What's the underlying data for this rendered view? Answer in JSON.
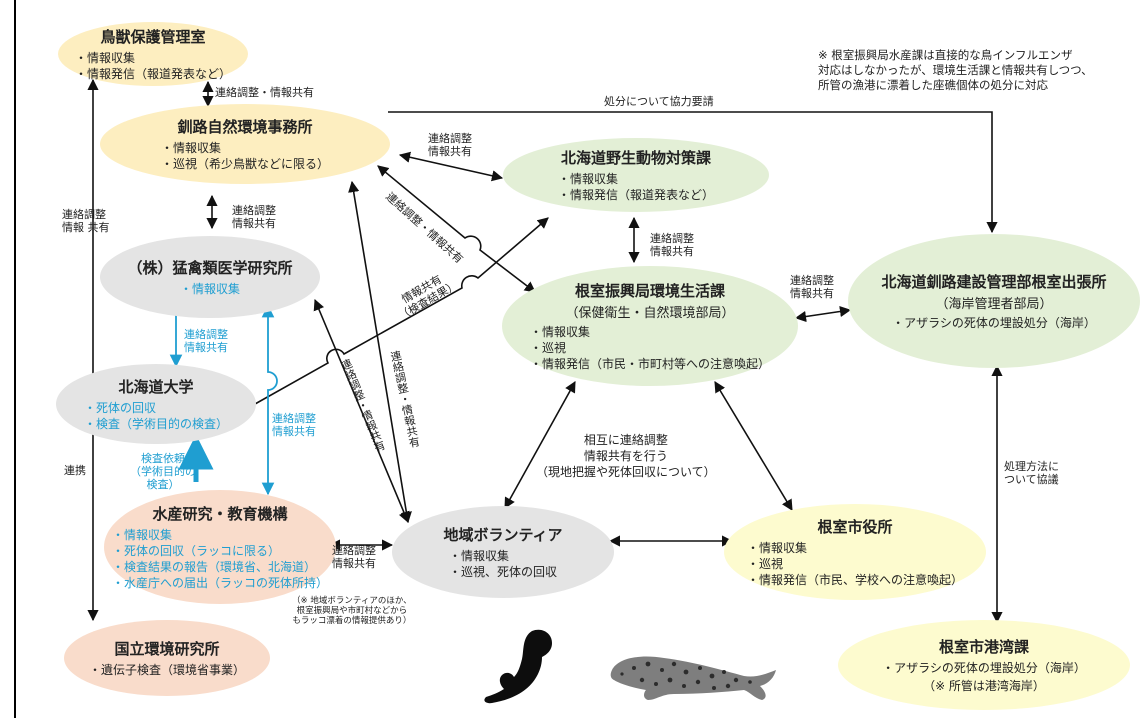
{
  "note": {
    "line1": "※ 根室振興局水産課は直接的な鳥インフルエンザ",
    "line2": "対応はしなかったが、環境生活課と情報共有しつつ、",
    "line3": "所管の漁港に漂着した座礁個体の処分に対応"
  },
  "nodes": {
    "chojuhogo": {
      "title": "鳥獣保護管理室",
      "items": [
        "情報収集",
        "情報発信（報道発表など）"
      ]
    },
    "kushiro": {
      "title": "釧路自然環境事務所",
      "items": [
        "情報収集",
        "巡視（希少鳥獣などに限る）"
      ]
    },
    "yasei": {
      "title": "北海道野生動物対策課",
      "items": [
        "情報収集",
        "情報発信（報道発表など）"
      ]
    },
    "mokin": {
      "title": "（株）猛禽類医学研究所",
      "items": [
        "情報収集"
      ]
    },
    "nemuro_kankyo": {
      "title": "根室振興局環境生活課",
      "subtitle": "（保健衛生・自然環境部局）",
      "items": [
        "情報収集",
        "巡視",
        "情報発信（市民・市町村等への注意喚起）"
      ]
    },
    "kensetsu": {
      "title": "北海道釧路建設管理部根室出張所",
      "subtitle": "（海岸管理者部局）",
      "items": [
        "アザラシの死体の埋設処分（海岸）"
      ]
    },
    "hokudai": {
      "title": "北海道大学",
      "items": [
        "死体の回収",
        "検査（学術目的の検査）"
      ]
    },
    "suisan": {
      "title": "水産研究・教育機構",
      "items": [
        "情報収集",
        "死体の回収（ラッコに限る）",
        "検査結果の報告（環境省、北海道）",
        "水産庁への届出（ラッコの死体所持）"
      ]
    },
    "volunteer": {
      "title": "地域ボランティア",
      "items": [
        "情報収集",
        "巡視、死体の回収"
      ]
    },
    "shiyakusho": {
      "title": "根室市役所",
      "items": [
        "情報収集",
        "巡視",
        "情報発信（市民、学校への注意喚起）"
      ]
    },
    "kokuritsu": {
      "title": "国立環境研究所",
      "items": [
        "遺伝子検査（環境省事業）"
      ]
    },
    "kowan": {
      "title": "根室市港湾課",
      "items": [
        "アザラシの死体の埋設処分（海岸）"
      ],
      "extra": "（※ 所管は港湾海岸）"
    }
  },
  "labels": {
    "renraku_joho_inline": "連絡調整・情報共有",
    "shobun": "処分について協力要請",
    "renraku": "連絡調整",
    "joho": "情報共有",
    "joho_spaced": "情報 共有",
    "renraku_joho_diag": "連絡調整・情報共有",
    "joho_kensa1": "情報共有",
    "joho_kensa2": "（検査結果）",
    "renkei": "連携",
    "kensa_irai1": "検査依頼",
    "kensa_irai2": "（学術目的の",
    "kensa_irai3": "検査）",
    "sogo1": "相互に連絡調整",
    "sogo2": "情報共有を行う",
    "sogo3": "（現地把握や死体回収について）",
    "shori1": "処理方法に",
    "shori2": "ついて協議"
  },
  "volunteer_note": {
    "line1": "（※ 地域ボランティアのほか、",
    "line2": "根室振興局や市町村などから",
    "line3": "もラッコ漂着の情報提供あり）"
  },
  "images": [
    "sea-otter-silhouette",
    "seal-illustration"
  ]
}
